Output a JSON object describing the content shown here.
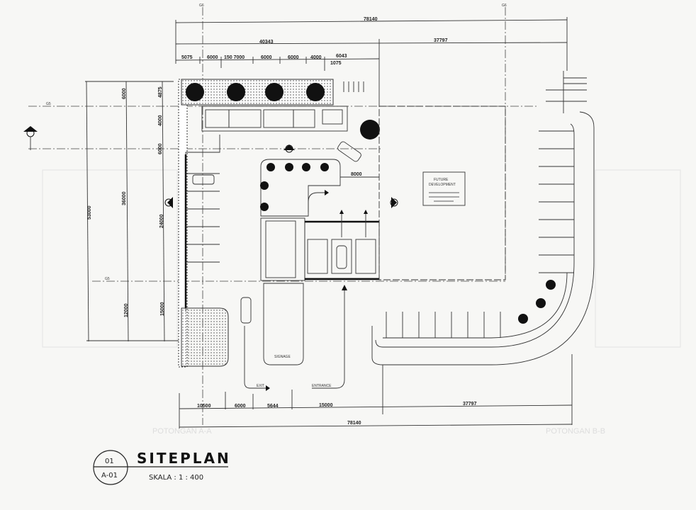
{
  "title": {
    "number": "01",
    "sheet": "A-01",
    "name": "SITEPLAN",
    "scale": "SKALA  : 1 : 400"
  },
  "grid_labels": {
    "top_left": "G6",
    "top_right": "G6",
    "left_upper": "G5",
    "left_lower": "G5"
  },
  "top_dims": {
    "overall": "78140",
    "left": "40343",
    "right": "37797",
    "segments": [
      "5075",
      "6000",
      "150 7000",
      "6000",
      "6000",
      "4000",
      "6043",
      "1075"
    ]
  },
  "bottom_dims": {
    "overall": "78140",
    "segments": [
      "10500",
      "6000",
      "5644",
      "15000",
      "37797"
    ]
  },
  "left_dims": {
    "overall": "53000",
    "middle": [
      "6000",
      "36000",
      "12000"
    ],
    "inner": [
      "4875",
      "4000",
      "6000",
      "24000",
      "15000"
    ]
  },
  "labels": {
    "exit": "EXIT",
    "entrance": "ENTRANCE",
    "signage": "SIGNAGE",
    "future_dev": [
      "FUTURE",
      "DEVELOPMENT"
    ],
    "drive_dim": "8000",
    "ghost_left": "POTONGAN A-A",
    "ghost_right": "POTONGAN B-B"
  }
}
